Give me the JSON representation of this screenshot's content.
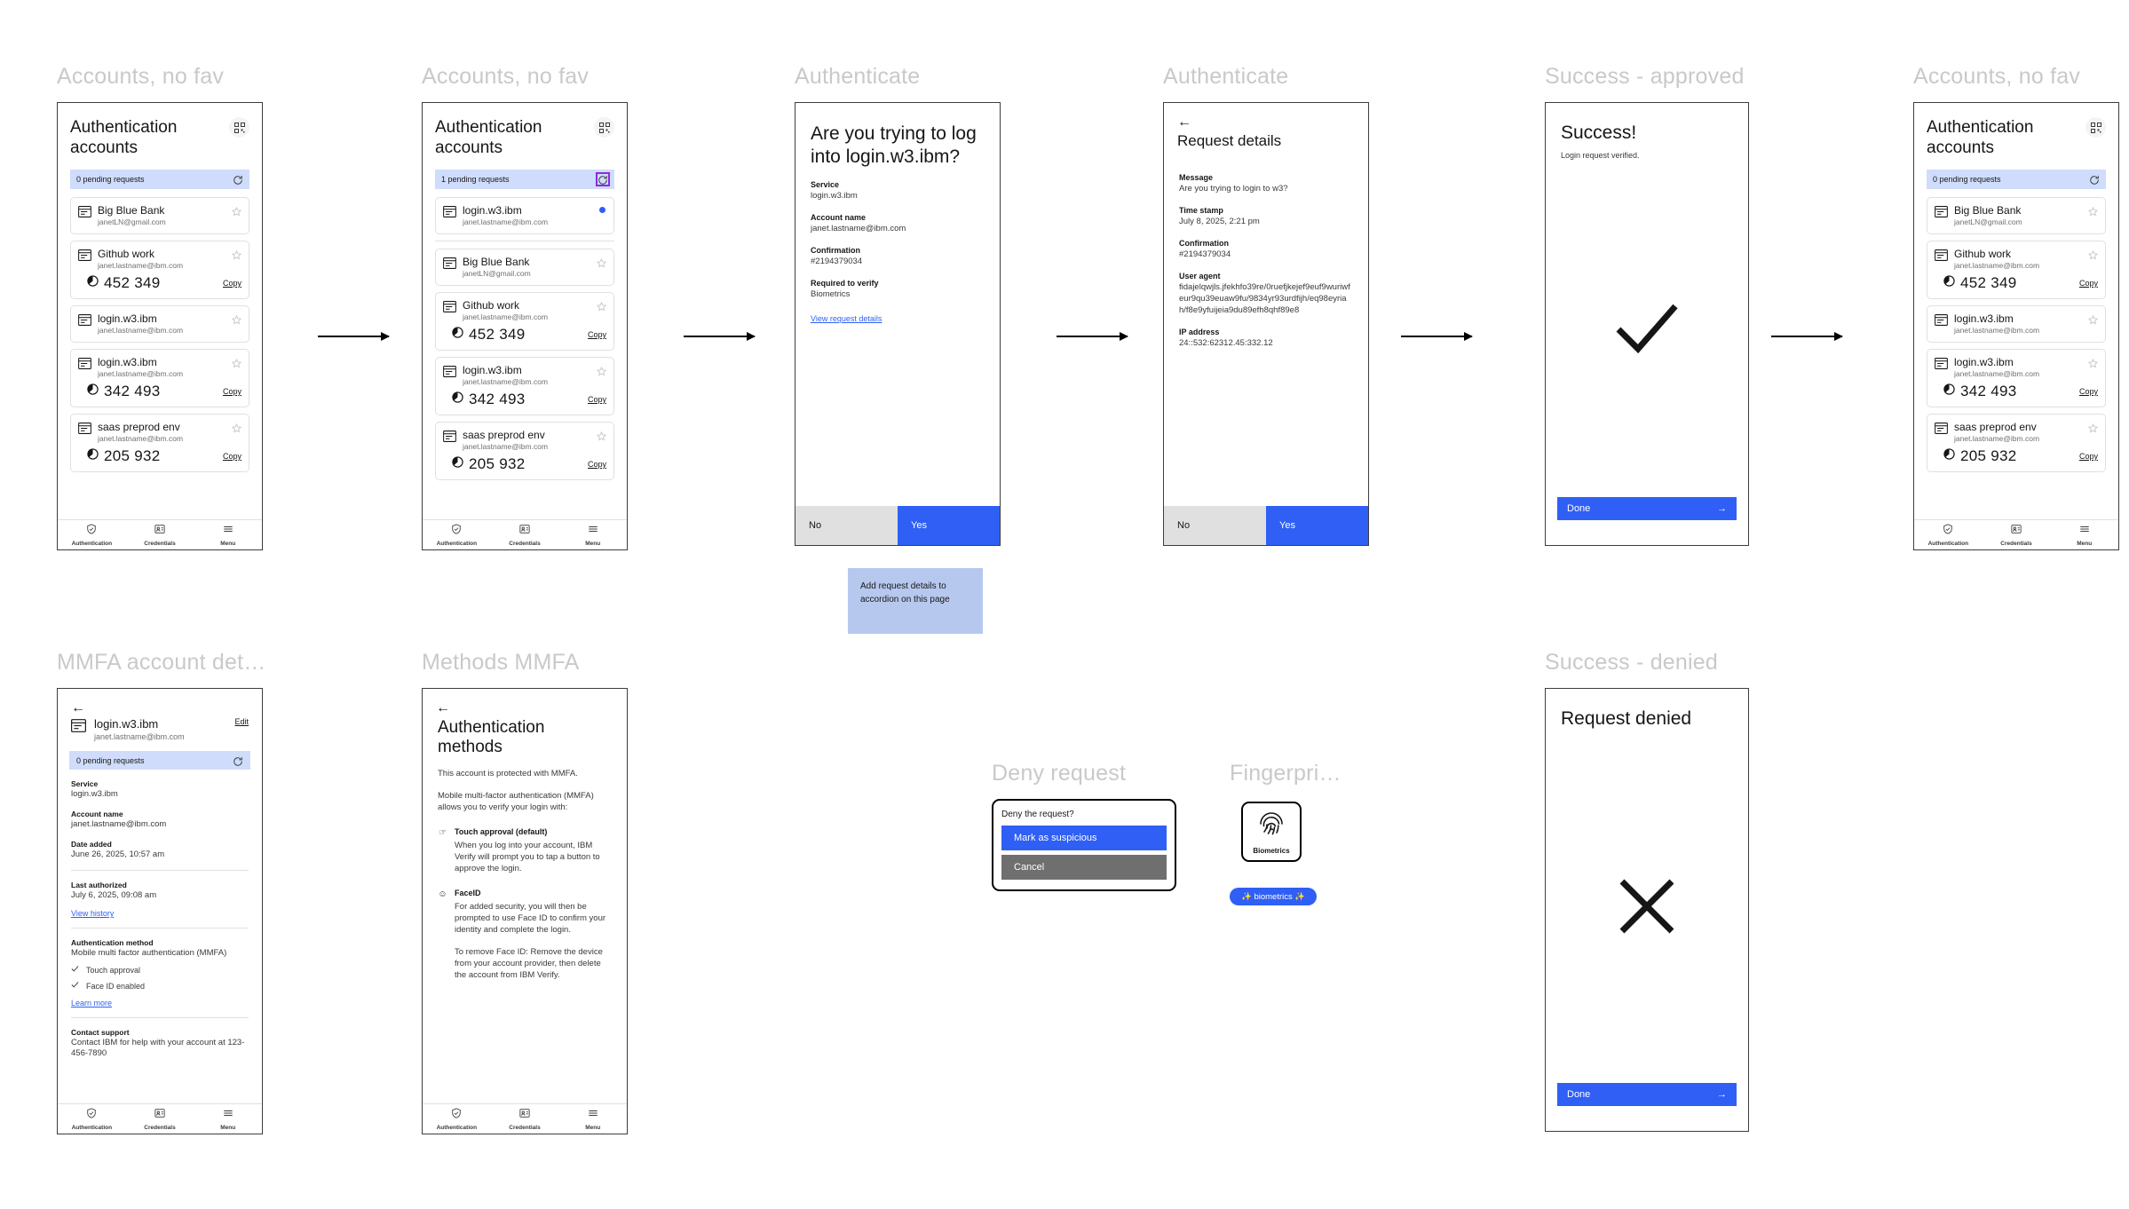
{
  "frames": {
    "f1_label": "Accounts, no fav",
    "f2_label": "Accounts, no fav",
    "f3_label": "Authenticate",
    "f4_label": "Authenticate",
    "f5_label": "Success - approved",
    "f6_label": "Accounts, no fav",
    "f7_label": "MMFA account det…",
    "f8_label": "Methods MMFA",
    "f9_label": "Deny request",
    "f10_label": "Fingerpri…",
    "f11_label": "Success - denied"
  },
  "colors": {
    "accent_blue": "#2f5ff5",
    "pending_bg": "#cfdcfb",
    "note_bg": "#b7c8ef",
    "grey_btn": "#6f6f6f",
    "highlight_purple": "#8a2be2"
  },
  "accounts_screen": {
    "title": "Authentication accounts",
    "qr_icon": "qr-code-icon",
    "pending_zero": "0 pending requests",
    "pending_one": "1 pending requests",
    "refresh_icon": "refresh-icon",
    "copy_label": "Copy",
    "items_default": [
      {
        "name": "Big Blue Bank",
        "email": "janetLN@gmail.com",
        "otp": null,
        "fav": false
      },
      {
        "name": "Github work",
        "email": "janet.lastname@ibm.com",
        "otp": "452 349",
        "fav": false
      },
      {
        "name": "login.w3.ibm",
        "email": "janet.lastname@ibm.com",
        "otp": null,
        "fav": false
      },
      {
        "name": "login.w3.ibm",
        "email": "janet.lastname@ibm.com",
        "otp": "342 493",
        "fav": false
      },
      {
        "name": "saas preprod env",
        "email": "janet.lastname@ibm.com",
        "otp": "205 932",
        "fav": false
      }
    ],
    "items_pending": [
      {
        "name": "login.w3.ibm",
        "email": "janet.lastname@ibm.com",
        "otp": null,
        "badge": true
      },
      {
        "name": "Big Blue Bank",
        "email": "janetLN@gmail.com",
        "otp": null,
        "badge": false
      },
      {
        "name": "Github work",
        "email": "janet.lastname@ibm.com",
        "otp": "452 349",
        "badge": false
      },
      {
        "name": "login.w3.ibm",
        "email": "janet.lastname@ibm.com",
        "otp": "342 493",
        "badge": false
      },
      {
        "name": "saas preprod env",
        "email": "janet.lastname@ibm.com",
        "otp": "205 932",
        "badge": false
      }
    ]
  },
  "tabbar": {
    "tabs": [
      {
        "label": "Authentication",
        "icon": "shield-check-icon"
      },
      {
        "label": "Credentials",
        "icon": "id-card-icon"
      },
      {
        "label": "Menu",
        "icon": "hamburger-menu-icon"
      }
    ]
  },
  "authenticate": {
    "heading": "Are you trying to log into login.w3.ibm?",
    "fields": [
      {
        "key": "Service",
        "value": "login.w3.ibm"
      },
      {
        "key": "Account name",
        "value": "janet.lastname@ibm.com"
      },
      {
        "key": "Confirmation",
        "value": "#2194379034"
      },
      {
        "key": "Required to verify",
        "value": "Biometrics"
      }
    ],
    "link": "View request details",
    "no_label": "No",
    "yes_label": "Yes"
  },
  "request_details": {
    "back_icon": "back-arrow-icon",
    "heading": "Request details",
    "fields": [
      {
        "key": "Message",
        "value": "Are you trying to login to w3?"
      },
      {
        "key": "Time stamp",
        "value": "July 8, 2025, 2:21 pm"
      },
      {
        "key": "Confirmation",
        "value": "#2194379034"
      },
      {
        "key": "User agent",
        "value": "fidajelqwjls.jfekhfo39re/0ruefjkejef9euf9wuriwfeur9qu39euaw9fu/9834yr93urdfijh/eq98eyriah/f8e9yfuijeia9du89efh8qhf89e8"
      },
      {
        "key": "IP address",
        "value": "24::532:62312.45:332.12"
      }
    ],
    "no_label": "No",
    "yes_label": "Yes"
  },
  "success_approved": {
    "heading": "Success!",
    "subtext": "Login request verified.",
    "glyph": "checkmark-icon",
    "done_label": "Done",
    "done_arrow": "arrow-right-icon"
  },
  "success_denied": {
    "heading": "Request denied",
    "glyph": "cross-icon",
    "done_label": "Done",
    "done_arrow": "arrow-right-icon"
  },
  "mmfa_detail": {
    "back_icon": "back-arrow-icon",
    "title": "login.w3.ibm",
    "email": "janet.lastname@ibm.com",
    "edit_label": "Edit",
    "pending": "0 pending requests",
    "fields": [
      {
        "key": "Service",
        "value": "login.w3.ibm"
      },
      {
        "key": "Account name",
        "value": "janet.lastname@ibm.com"
      },
      {
        "key": "Date added",
        "value": "June 26, 2025, 10:57 am"
      }
    ],
    "last_auth_key": "Last authorized",
    "last_auth_value": "July 6, 2025, 09:08 am",
    "history_link": "View history",
    "method_key": "Authentication method",
    "method_value": "Mobile multi factor authentication (MMFA)",
    "checks": [
      "Touch approval",
      "Face ID enabled"
    ],
    "learn_more": "Learn more",
    "support_key": "Contact support",
    "support_value": "Contact IBM for help with your account at 123-456-7890"
  },
  "methods": {
    "back_icon": "back-arrow-icon",
    "heading": "Authentication methods",
    "p1": "This account is protected with MMFA.",
    "p2": "Mobile multi-factor authentication (MMFA) allows you to verify your login with:",
    "items": [
      {
        "icon": "touch-hand-icon",
        "title": "Touch approval (default)",
        "desc": "When you log into your account, IBM Verify will prompt you to tap a button to approve the login."
      },
      {
        "icon": "face-id-icon",
        "title": "FaceID",
        "desc": "For added security, you will then be prompted to use Face ID to confirm your identity and complete the login."
      }
    ],
    "footnote": "To remove Face ID: Remove the device from your account provider, then delete the account from IBM Verify."
  },
  "deny_dialog": {
    "question": "Deny the request?",
    "primary_label": "Mark as suspicious",
    "secondary_label": "Cancel"
  },
  "fingerprint": {
    "card_label": "Biometrics",
    "card_icon": "fingerprint-icon",
    "pill_label": "✨ biometrics ✨"
  },
  "note": {
    "text": "Add request details to accordion on this page"
  }
}
